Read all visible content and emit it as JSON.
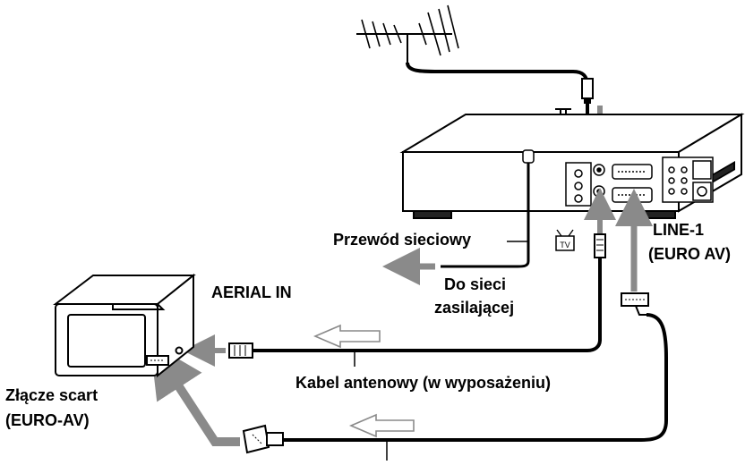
{
  "labels": {
    "aerial_in": "AERIAL IN",
    "power_cord": "Przewód sieciowy",
    "mains_line1": "Do sieci",
    "mains_line2": "zasilającej",
    "line1_line1": "LINE-1",
    "line1_line2": "(EURO AV)",
    "aerial_cable": "Kabel antenowy (w wyposażeniu)",
    "scart_line1": "Złącze scart",
    "scart_line2": "(EURO-AV)",
    "tv_symbol": "TV"
  },
  "colors": {
    "line": "#000000",
    "arrow_fill": "#8a8a8a",
    "device_fill": "#ffffff"
  },
  "icons": [
    "antenna-icon",
    "antenna-symbol-icon",
    "tv-symbol-icon",
    "scart-plug-icon",
    "coax-plug-icon"
  ]
}
